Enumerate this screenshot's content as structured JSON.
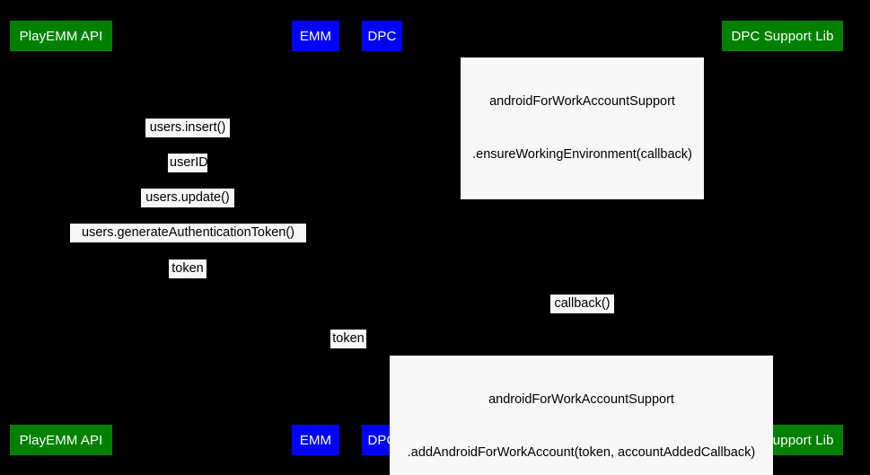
{
  "diagram": {
    "type": "uml-sequence-diagram",
    "background_color": "#000000",
    "colors": {
      "participant_green": "#008000",
      "participant_blue": "#0000ff",
      "participant_text": "#ffffff",
      "message_label_background": "#f7f7f7",
      "message_label_text": "#000000"
    },
    "participants": [
      {
        "id": "playemm-api",
        "label": "PlayEMM API",
        "color": "green"
      },
      {
        "id": "emm",
        "label": "EMM",
        "color": "blue"
      },
      {
        "id": "dpc",
        "label": "DPC",
        "color": "blue"
      },
      {
        "id": "dpc-support-lib",
        "label": "DPC Support Lib",
        "color": "green"
      }
    ],
    "messages": [
      {
        "id": "ensure-working-environment",
        "from": "dpc",
        "to": "dpc-support-lib",
        "line1": "androidForWorkAccountSupport",
        "line2": ".ensureWorkingEnvironment(callback)"
      },
      {
        "id": "users-insert",
        "from": "emm",
        "to": "playemm-api",
        "line1": "users.insert()"
      },
      {
        "id": "user-id",
        "from": "playemm-api",
        "to": "emm",
        "line1": "userID"
      },
      {
        "id": "users-update",
        "from": "emm",
        "to": "playemm-api",
        "line1": "users.update()"
      },
      {
        "id": "users-generate-authentication-token",
        "from": "emm",
        "to": "playemm-api",
        "line1": "users.generateAuthenticationToken()"
      },
      {
        "id": "token-to-emm",
        "from": "playemm-api",
        "to": "emm",
        "line1": "token"
      },
      {
        "id": "callback",
        "from": "dpc-support-lib",
        "to": "dpc",
        "line1": "callback()"
      },
      {
        "id": "token-to-dpc",
        "from": "emm",
        "to": "dpc",
        "line1": "token"
      },
      {
        "id": "add-android-for-work-account",
        "from": "dpc",
        "to": "dpc-support-lib",
        "line1": "androidForWorkAccountSupport",
        "line2": ".addAndroidForWorkAccount(token, accountAddedCallback)"
      }
    ]
  }
}
